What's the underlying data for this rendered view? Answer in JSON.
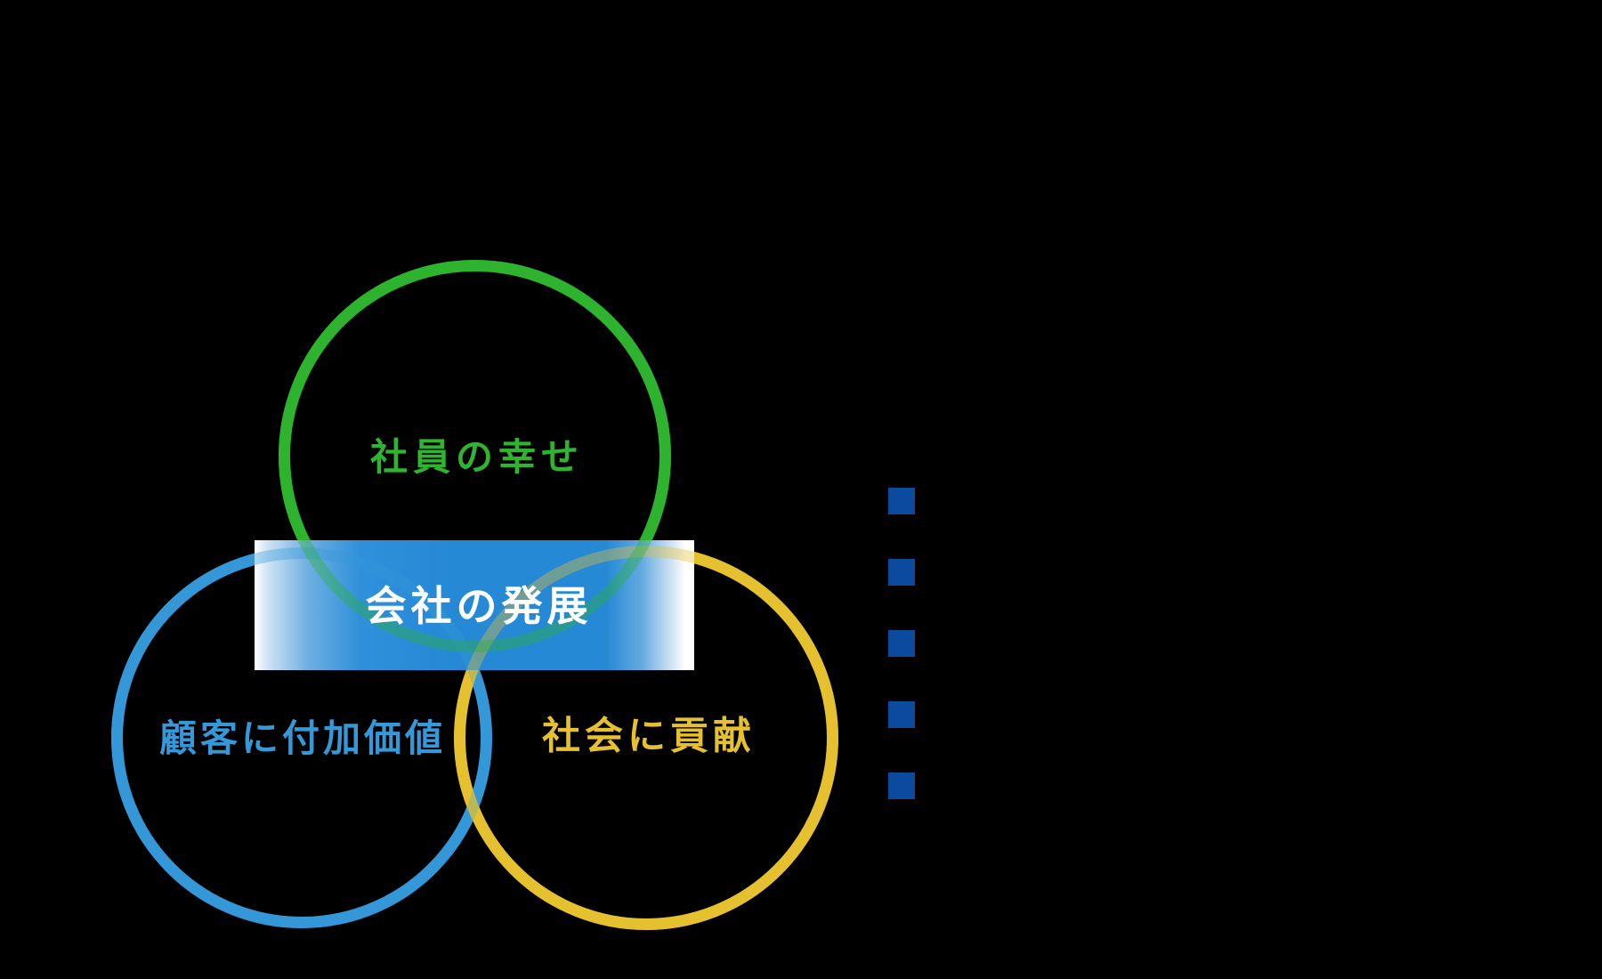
{
  "background_color": "#000000",
  "diagram": {
    "type": "venn",
    "circles": [
      {
        "id": "employee-happiness",
        "label": "社員の幸せ",
        "color": "#2eb42e",
        "position": "top"
      },
      {
        "id": "customer-value",
        "label": "顧客に付加価値",
        "color": "#3598d8",
        "position": "bottom-left"
      },
      {
        "id": "social-contribution",
        "label": "社会に貢献",
        "color": "#e5c130",
        "position": "bottom-right"
      }
    ],
    "center_band": {
      "id": "company-growth",
      "label": "会社の発展",
      "text_color": "#ffffff",
      "fill_color": "#2689d6",
      "fill_style": "horizontal gradient white → blue → white"
    },
    "bullet_list": {
      "count": 5,
      "color": "#0b4a9e",
      "note": "square bullets, no visible text"
    }
  }
}
